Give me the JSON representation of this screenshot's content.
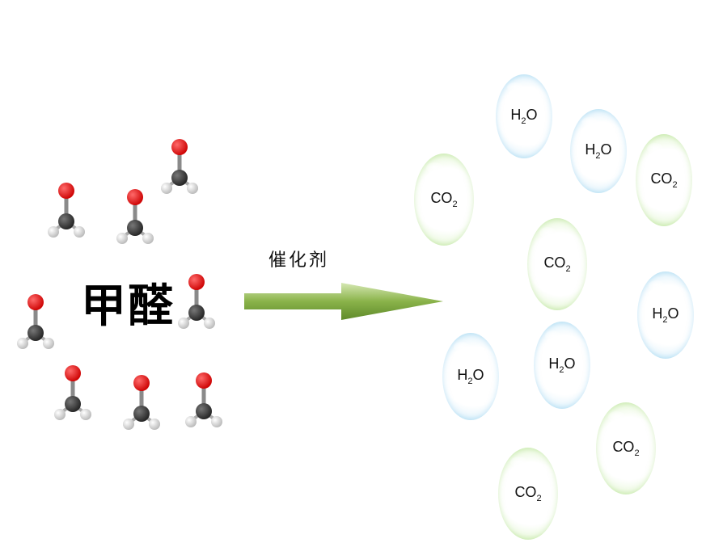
{
  "left_label": "甲醛",
  "arrow_label": "催化剂",
  "colors": {
    "oxygen": "#cc0000",
    "carbon": "#222222",
    "hydrogen": "#e6e6e6",
    "arrow_green": "#8ab34a",
    "co2_rim": "#a9dd84",
    "h2o_rim": "#8fd0ee"
  },
  "molecule_name": "formaldehyde-molecule",
  "products": {
    "co2": {
      "pre": "CO",
      "sub": "2",
      "post": ""
    },
    "h2o": {
      "pre": "H",
      "sub": "2",
      "post": "O"
    }
  }
}
